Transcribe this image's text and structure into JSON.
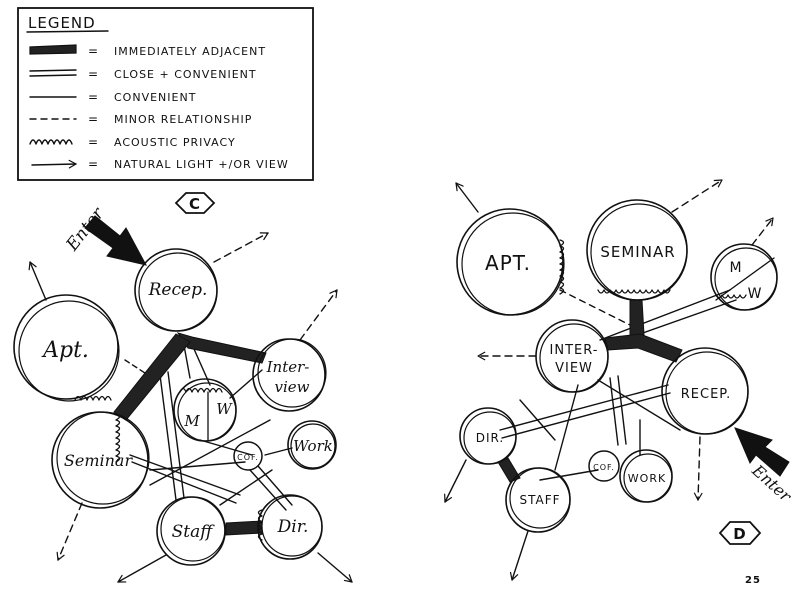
{
  "legend": {
    "title": "LEGEND",
    "items": [
      {
        "symbol": "immediately-adjacent",
        "label": "IMMEDIATELY ADJACENT"
      },
      {
        "symbol": "close-convenient",
        "label": "CLOSE + CONVENIENT"
      },
      {
        "symbol": "convenient",
        "label": "CONVENIENT"
      },
      {
        "symbol": "minor-relationship",
        "label": "MINOR RELATIONSHIP"
      },
      {
        "symbol": "acoustic-privacy",
        "label": "ACOUSTIC PRIVACY"
      },
      {
        "symbol": "natural-light-view",
        "label": "NATURAL LIGHT +/OR VIEW"
      }
    ],
    "separator": "="
  },
  "diagram_c": {
    "tag": "C",
    "enter": "Enter",
    "bubbles": {
      "recep": "Recep.",
      "apt": "Apt.",
      "interview_1": "Inter-",
      "interview_2": "view",
      "mw_m": "M",
      "mw_w": "W",
      "cof": "COF.",
      "work": "Work",
      "seminar": "Seminar",
      "staff": "Staff",
      "dir": "Dir."
    }
  },
  "diagram_d": {
    "tag": "D",
    "enter": "Enter",
    "bubbles": {
      "apt": "APT.",
      "seminar": "SEMINAR",
      "mw_m": "M",
      "mw_w": "W",
      "interview_1": "INTER-",
      "interview_2": "VIEW",
      "recep": "RECEP.",
      "dir": "DIR.",
      "cof": "COF.",
      "work": "WORK",
      "staff": "STAFF"
    }
  },
  "page_number": "25"
}
